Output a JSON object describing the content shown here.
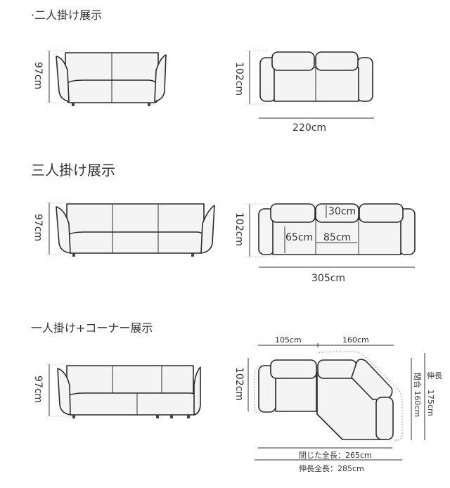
{
  "sections": [
    {
      "title": "·二人掛け展示",
      "height": "97cm",
      "depth": "102cm",
      "width": "220cm"
    },
    {
      "title": "三人掛け展示",
      "height": "97cm",
      "depth": "102cm",
      "width": "305cm",
      "seat_depth": "30cm",
      "seat_a": "65cm",
      "seat_b": "85cm"
    },
    {
      "title": "一人掛け+コーナー展示",
      "height": "97cm",
      "depth": "102cm",
      "width_left": "105cm",
      "width_right": "160cm",
      "closed_side": "閉合 160cm",
      "extended_side_label": "伸長",
      "extended_side": "175cm",
      "closed_total": "閉じた全長：265cm",
      "extended_total": "伸長全長：285cm"
    }
  ]
}
